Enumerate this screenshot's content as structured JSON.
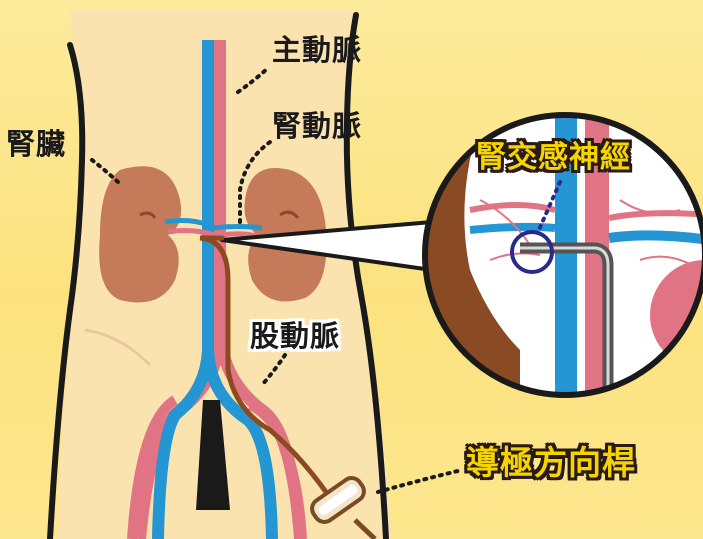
{
  "labels": {
    "aorta": "主動脈",
    "renal_artery": "腎動脈",
    "kidney": "腎臟",
    "femoral_artery": "股動脈",
    "renal_sympathetic_nerve": "腎交感神經",
    "catheter": "導極方向桿"
  },
  "colors": {
    "background": "#fce27f",
    "skin": "#fbe3b0",
    "artery": "#e07484",
    "vein": "#2596d4",
    "kidney": "#c57a5a",
    "catheter": "#8b4a1f",
    "outline": "#1a1a1a",
    "highlight_circle": "#2a2a8a",
    "callout_fill": "#ffffff"
  }
}
